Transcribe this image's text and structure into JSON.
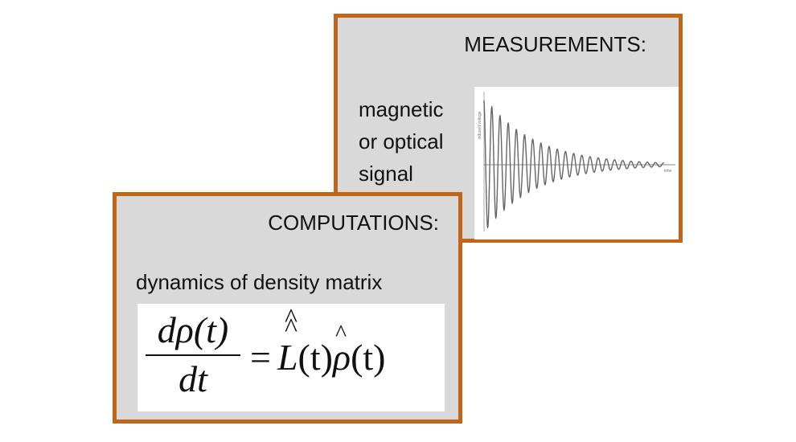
{
  "measurements": {
    "title": "MEASUREMENTS:",
    "signal_lines": [
      "magnetic",
      "or optical",
      "signal"
    ],
    "plot": {
      "ylabel": "induced voltage",
      "xlabel": "time"
    }
  },
  "computations": {
    "title": "COMPUTATIONS:",
    "subtitle": "dynamics of density matrix",
    "equation": {
      "numerator": "dρ(t)",
      "denominator": "dt",
      "equals": "=",
      "operator": "L",
      "operator_arg": "(t)",
      "rho": "ρ",
      "rho_arg": "(t)"
    }
  },
  "colors": {
    "border": "#c0661b",
    "panel": "#d9d9d9"
  }
}
